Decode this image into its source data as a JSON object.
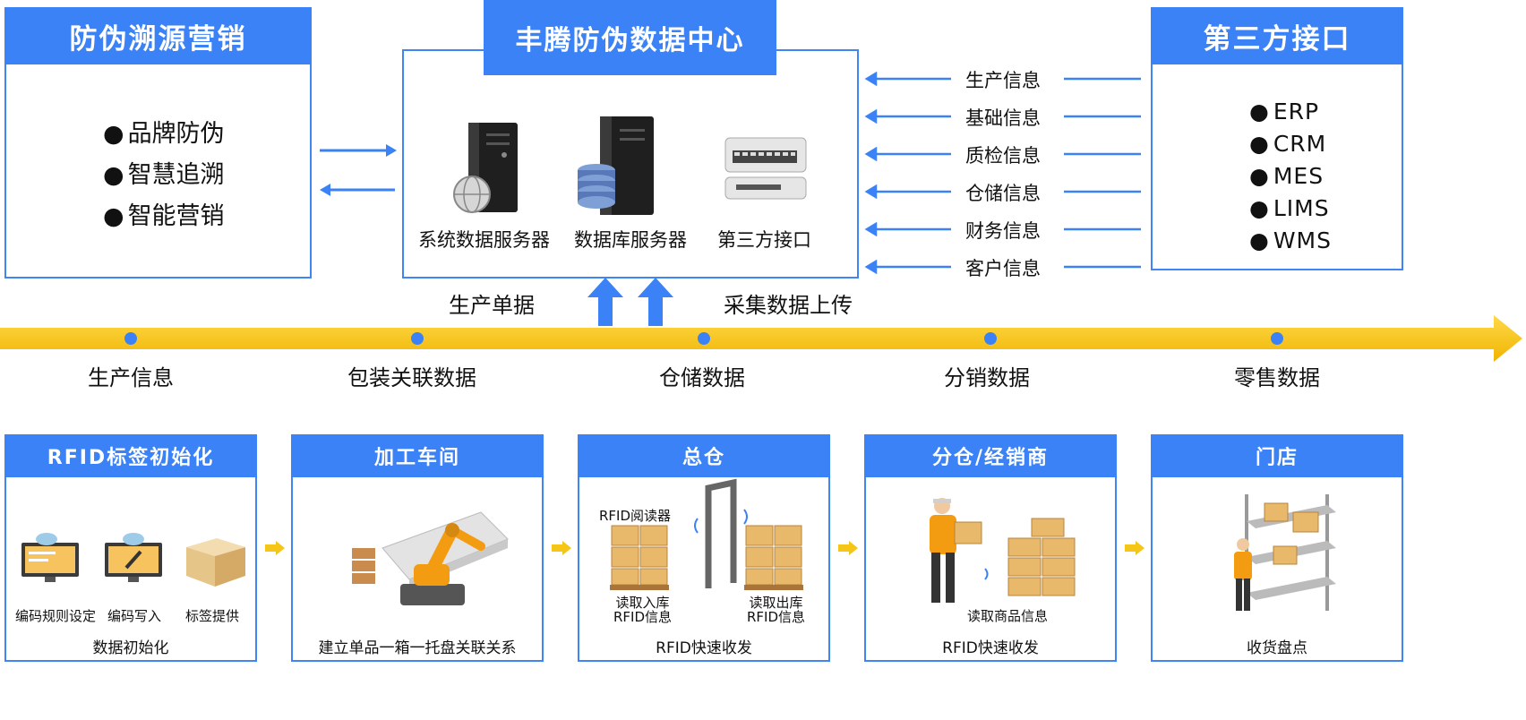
{
  "left_panel": {
    "title": "防伪溯源营销",
    "items": [
      "品牌防伪",
      "智慧追溯",
      "智能营销"
    ]
  },
  "center_panel": {
    "title": "丰腾防伪数据中心",
    "servers": [
      "系统数据服务器",
      "数据库服务器",
      "第三方接口"
    ]
  },
  "right_panel": {
    "title": "第三方接口",
    "items": [
      "ERP",
      "CRM",
      "MES",
      "LIMS",
      "WMS"
    ]
  },
  "info_flows": [
    "生产信息",
    "基础信息",
    "质检信息",
    "仓储信息",
    "财务信息",
    "客户信息"
  ],
  "upload_labels": {
    "left": "生产单据",
    "right": "采集数据上传"
  },
  "timeline": [
    "生产信息",
    "包装关联数据",
    "仓储数据",
    "分销数据",
    "零售数据"
  ],
  "stages": [
    {
      "title": "RFID标签初始化",
      "items": [
        "编码规则设定",
        "编码写入",
        "标签提供"
      ],
      "caption": "数据初始化"
    },
    {
      "title": "加工车间",
      "caption": "建立单品一箱一托盘关联关系"
    },
    {
      "title": "总仓",
      "reader": "RFID阅读器",
      "in_label": [
        "读取入库",
        "RFID信息"
      ],
      "out_label": [
        "读取出库",
        "RFID信息"
      ],
      "caption": "RFID快速收发"
    },
    {
      "title": "分仓/经销商",
      "item": "读取商品信息",
      "caption": "RFID快速收发"
    },
    {
      "title": "门店",
      "caption": "收货盘点"
    }
  ],
  "colors": {
    "accent": "#3b82f6",
    "timeline": "#f5c518",
    "box": "#e8b96a",
    "robot": "#f39c12"
  }
}
